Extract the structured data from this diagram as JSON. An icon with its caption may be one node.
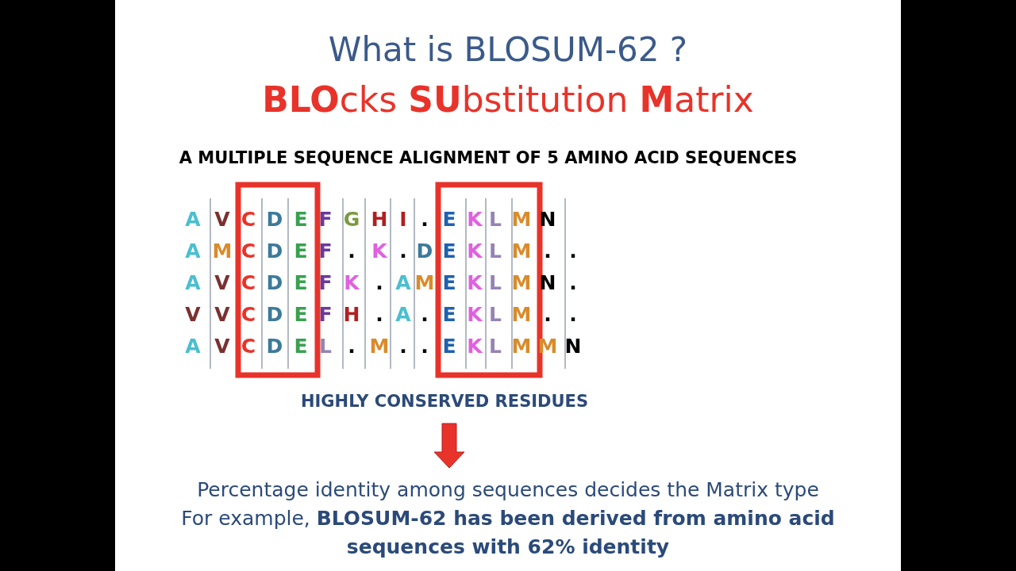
{
  "diagram": {
    "title": "What is BLOSUM-62 ?",
    "nodes": [
      {
        "text": [
          "HIGHLY CONSERVED RESIDUES"
        ]
      },
      {
        "text": [
          "Percentage identity among sequences decides the Matrix type",
          "For example, **BLOSUM-62 has been derived from amino acid sequences with 62% identity**"
        ]
      }
    ],
    "edges": [
      {
        "from": 0,
        "to": 1,
        "arrow": "to",
        "color": "#e8332a"
      }
    ],
    "labels": [
      "**BLO**cks **SU**bstitution **M**atrix",
      "A MULTIPLE SEQUENCE ALIGNMENT OF 5 AMINO ACID SEQUENCES",
      "A V C D E F G H I . E K L M N",
      "A M C D E F . K . D E K L M . .",
      "A V C D E F K . A M E K L M N .",
      "V V C D E F H . A . E K L M . .",
      "A V C D E L . M . . E K L M M N"
    ]
  }
}
